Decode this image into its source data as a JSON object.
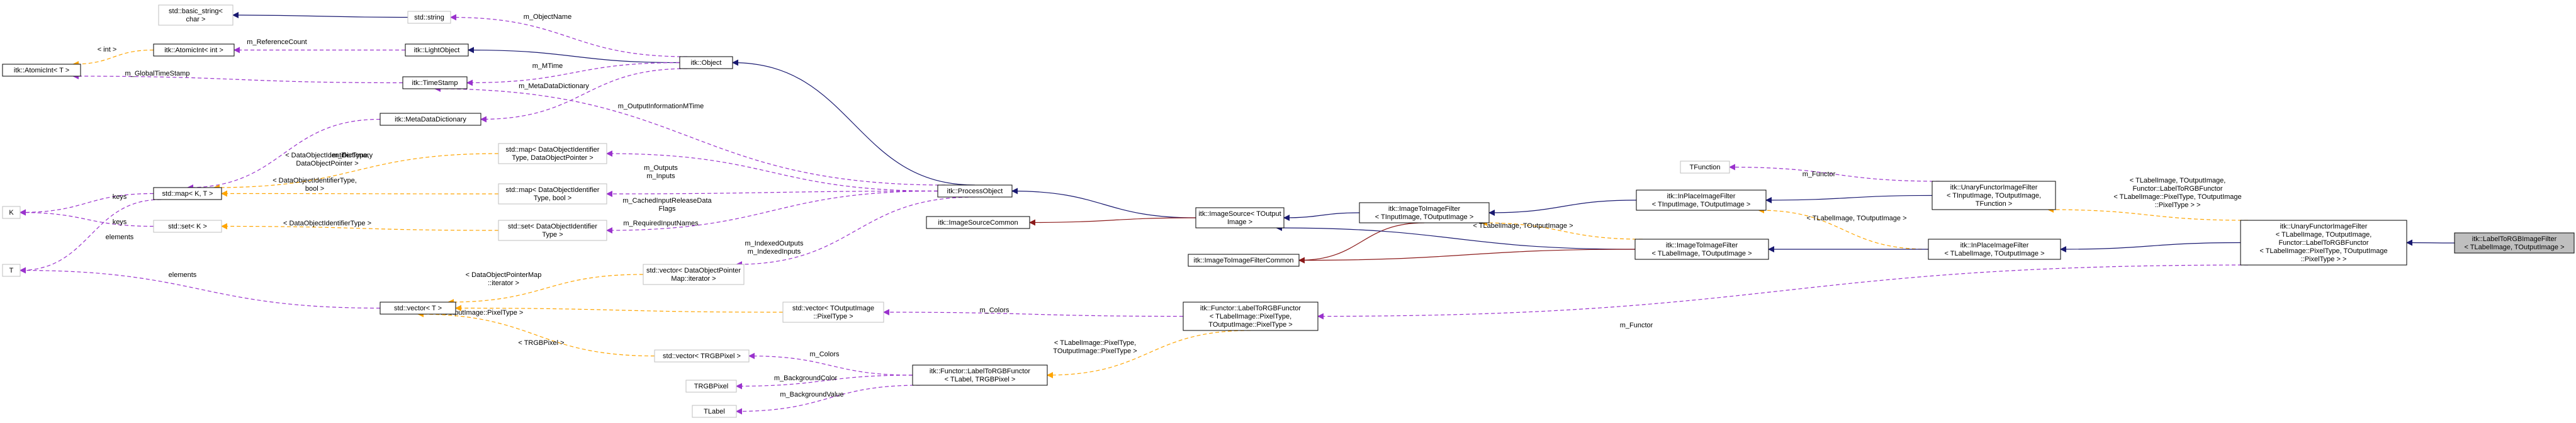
{
  "colors": {
    "inheritance": "#191970",
    "private_inheritance": "#8b1a1a",
    "usage": "#9a32cd",
    "template_instance": "#ffa500",
    "target_fill": "#bfbfbf"
  },
  "nodes": {
    "basic_string": [
      "std::basic_string<",
      "char >"
    ],
    "std_string": [
      "std::string"
    ],
    "atomic_int_t": [
      "itk::AtomicInt< T >"
    ],
    "atomic_int_int": [
      "itk::AtomicInt< int >"
    ],
    "light_object": [
      "itk::LightObject"
    ],
    "object": [
      "itk::Object"
    ],
    "time_stamp": [
      "itk::TimeStamp"
    ],
    "meta_data_dictionary": [
      "itk::MetaDataDictionary"
    ],
    "map_kt": [
      "std::map< K, T >"
    ],
    "k": [
      "K"
    ],
    "t": [
      "T"
    ],
    "set_k": [
      "std::set< K >"
    ],
    "map_dataobj_ptr": [
      "std::map< DataObjectIdentifier",
      "Type, DataObjectPointer >"
    ],
    "map_dataobj_bool": [
      "std::map< DataObjectIdentifier",
      "Type, bool >"
    ],
    "set_dataobj": [
      "std::set< DataObjectIdentifier",
      "Type >"
    ],
    "process_object": [
      "itk::ProcessObject"
    ],
    "image_source_common": [
      "itk::ImageSourceCommon"
    ],
    "image_source": [
      "itk::ImageSource< TOutput",
      "Image >"
    ],
    "vector_t": [
      "std::vector< T >"
    ],
    "vector_dataobj_map": [
      "std::vector< DataObjectPointer",
      "Map::iterator >"
    ],
    "vector_toutput_pixel": [
      "std::vector< TOutputImage",
      "::PixelType >"
    ],
    "vector_trgbpixel": [
      "std::vector< TRGBPixel >"
    ],
    "trgbpixel": [
      "TRGBPixel"
    ],
    "tlabel": [
      "TLabel"
    ],
    "functor_label_trgb": [
      "itk::Functor::LabelToRGBFunctor",
      "< TLabel, TRGBPixel >"
    ],
    "functor_label_typed": [
      "itk::Functor::LabelToRGBFunctor",
      "< TLabelImage::PixelType,",
      "TOutputImage::PixelType >"
    ],
    "image_to_image_tin": [
      "itk::ImageToImageFilter",
      "< TInputImage, TOutputImage >"
    ],
    "image_to_image_common": [
      "itk::ImageToImageFilterCommon"
    ],
    "inplace_tin": [
      "itk::InPlaceImageFilter",
      "< TInputImage, TOutputImage >"
    ],
    "image_to_image_tlabel": [
      "itk::ImageToImageFilter",
      "< TLabelImage, TOutputImage >"
    ],
    "tfunction": [
      "TFunction"
    ],
    "unary_tin": [
      "itk::UnaryFunctorImageFilter",
      "< TInputImage, TOutputImage,",
      "TFunction >"
    ],
    "inplace_tlabel": [
      "itk::InPlaceImageFilter",
      "< TLabelImage, TOutputImage >"
    ],
    "unary_tlabel": [
      "itk::UnaryFunctorImageFilter",
      "< TLabelImage, TOutputImage,",
      "Functor::LabelToRGBFunctor",
      "< TLabelImage::PixelType, TOutputImage",
      "::PixelType > >"
    ],
    "label_to_rgb": [
      "itk::LabelToRGBImageFilter",
      "< TLabelImage, TOutputImage >"
    ]
  },
  "edge_labels": {
    "m_object_name": [
      "m_ObjectName"
    ],
    "m_reference_count": [
      "m_ReferenceCount"
    ],
    "int_instance": [
      "< int >"
    ],
    "m_mtime": [
      "m_MTime"
    ],
    "m_global_time_stamp": [
      "m_GlobalTimeStamp"
    ],
    "m_meta_data_dictionary": [
      "m_MetaDataDictionary"
    ],
    "m_dictionary": [
      "m_Dictionary"
    ],
    "m_output_information_mtime": [
      "m_OutputInformationMTime"
    ],
    "map_ptr_instance": [
      "< DataObjectIdentifierType,",
      "DataObjectPointer >"
    ],
    "map_bool_instance": [
      "< DataObjectIdentifierType,",
      "bool >"
    ],
    "set_instance": [
      "< DataObjectIdentifierType >"
    ],
    "keys_top": [
      "keys"
    ],
    "keys_bottom": [
      "keys"
    ],
    "elements_map": [
      "elements"
    ],
    "elements_vector": [
      "elements"
    ],
    "m_outputs_inputs": [
      "m_Outputs",
      "m_Inputs"
    ],
    "m_cached_input": [
      "m_CachedInputReleaseData",
      "Flags"
    ],
    "m_required_input": [
      "m_RequiredInputNames"
    ],
    "m_indexed": [
      "m_IndexedOutputs",
      "m_IndexedInputs"
    ],
    "vector_map_instance": [
      "< DataObjectPointerMap",
      "::iterator >"
    ],
    "vector_pixel_instance": [
      "< TOutputImage::PixelType >"
    ],
    "vector_rgb_instance": [
      "< TRGBPixel >"
    ],
    "m_colors_1": [
      "m_Colors"
    ],
    "m_colors_2": [
      "m_Colors"
    ],
    "m_background_color": [
      "m_BackgroundColor"
    ],
    "m_background_value": [
      "m_BackgroundValue"
    ],
    "functor_instance": [
      "< TLabelImage::PixelType,",
      "TOutputImage::PixelType >"
    ],
    "image_to_image_instance": [
      "< TLabelImage, TOutputImage >"
    ],
    "inplace_instance": [
      "< TLabelImage, TOutputImage >"
    ],
    "m_functor_1": [
      "m_Functor"
    ],
    "m_functor_2": [
      "m_Functor"
    ],
    "unary_instance": [
      "< TLabelImage, TOutputImage,",
      "Functor::LabelToRGBFunctor",
      "< TLabelImage::PixelType, TOutputImage",
      "::PixelType > >"
    ]
  }
}
